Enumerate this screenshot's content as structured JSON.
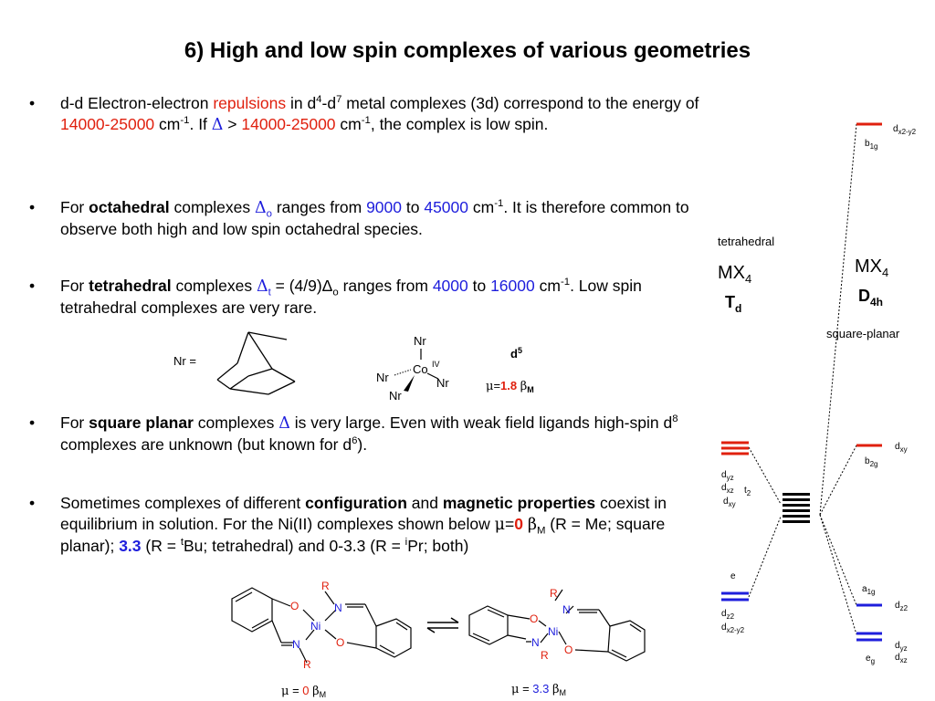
{
  "title": "6) High and low spin complexes of various geometries",
  "colors": {
    "red": "#e0200e",
    "blue": "#1e1edc",
    "black": "#000000"
  },
  "bullets": {
    "dot": "•",
    "b1": {
      "p1": "d-d Electron-electron ",
      "repulsions": "repulsions",
      "p2": " in d",
      "s4": "4",
      "p3": "-d",
      "s7": "7",
      "p4": " metal complexes (3d) correspond to the energy of ",
      "range1": "14000-25000",
      "p5": " cm",
      "sm1": "-1",
      "p6": ". If ",
      "delta": "Δ",
      "p7": " > ",
      "range2": "14000-25000",
      "p8": " cm",
      "sm2": "-1",
      "p9": ", the complex is low spin."
    },
    "b2": {
      "p1": "For ",
      "bold": "octahedral",
      "p2": " complexes ",
      "delta": "Δ",
      "sub": "o",
      "p3": " ranges from ",
      "v1": "9000",
      "p4": " to ",
      "v2": "45000",
      "p5": " cm",
      "sm": "-1",
      "p6": ". It is therefore common to observe both high and low spin octahedral species."
    },
    "b3": {
      "p1": "For ",
      "bold": "tetrahedral",
      "p2": " complexes ",
      "delta": "Δ",
      "sub": "t",
      "p3": " = (4/9)Δ",
      "sub2": "o",
      "p4": " ranges from ",
      "v1": "4000",
      "p5": " to ",
      "v2": "16000",
      "p6": " cm",
      "sm": "-1",
      "p7": ". Low spin tetrahedral complexes are very rare."
    },
    "b4": {
      "p1": "For ",
      "bold": "square planar",
      "p2": " complexes ",
      "delta": "Δ",
      "p3": " is very large. Even with weak field ligands high-spin d",
      "s8": "8",
      "p4": " complexes are unknown (but known for d",
      "s6": "6",
      "p5": ")."
    },
    "b5": {
      "p1": "Sometimes complexes of different ",
      "bold1": "configuration",
      "p2": " and ",
      "bold2": "magnetic properties",
      "p3": " coexist in equilibrium in solution. For the Ni(II) complexes shown below ",
      "mu": "μ",
      "eq": "=",
      "zero": "0",
      "beta": "β",
      "M": "M",
      "p4": " (R = Me; square planar); ",
      "v33": "3.3",
      "p5": " (R = ",
      "supt": "t",
      "p6": "Bu; tetrahedral) and 0-3.3 (R = ",
      "supi": "i",
      "p7": "Pr; both)"
    }
  },
  "complex": {
    "nr_eq": "Nr =",
    "Nr": "Nr",
    "Co": "Co",
    "IV": "IV",
    "d5": "d",
    "d5sup": "5",
    "mu": "μ",
    "eq": "=",
    "val": "1.8",
    "beta": "β",
    "M": "M"
  },
  "ni": {
    "O": "O",
    "N": "N",
    "R": "R",
    "Ni": "Ni",
    "left_mu": "μ",
    "left_eq": "= ",
    "left_val": "0",
    "beta": "β",
    "M": "M",
    "right_eq": "= ",
    "right_val": "3.3"
  },
  "diagram": {
    "tetrahedral_word": "tetrahedral",
    "mx_left": "MX",
    "sub4": "4",
    "Td_T": "T",
    "Td_d": "d",
    "mx_right": "MX",
    "D": "D",
    "D_sub": "4h",
    "square_planar": "square-planar",
    "d": "d",
    "x2y2": "x2-y2",
    "b1g_b": "b",
    "b1g_sub": "1g",
    "xy": "xy",
    "b2g_b": "b",
    "b2g_sub": "2g",
    "a1g_a": "a",
    "a1g_sub": "1g",
    "z2": "z2",
    "yz": "yz",
    "xz": "xz",
    "eg_e": "e",
    "eg_sub": "g",
    "t2_t": "t",
    "t2_sub": "2",
    "e": "e"
  }
}
